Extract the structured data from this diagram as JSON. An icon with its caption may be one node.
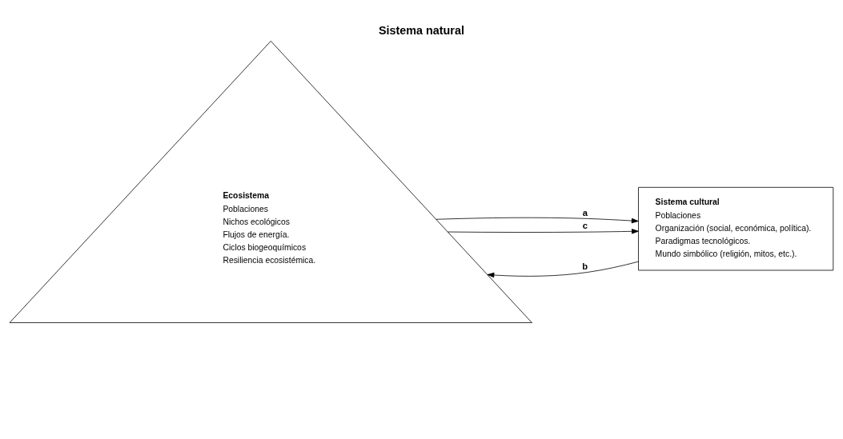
{
  "diagram": {
    "title": "Sistema natural",
    "nodes": [
      {
        "text": [
          "Ecosistema",
          "Poblaciones",
          "Nichos ecológicos",
          "Flujos de energía.",
          "Ciclos biogeoquímicos",
          "Resiliencia ecosistémica."
        ]
      },
      {
        "text": [
          "Sistema cultural",
          "Poblaciones",
          "Organización (social, económica, política).",
          "Paradigmas tecnológicos.",
          "Mundo simbólico (religión, mitos, etc.)."
        ]
      }
    ],
    "edges": [
      {
        "from": 0,
        "to": 1,
        "arrow": "to",
        "label": "a"
      },
      {
        "from": 1,
        "to": 0,
        "arrow": "to",
        "label": "b"
      },
      {
        "from": 0,
        "to": 1,
        "arrow": "to",
        "label": "c"
      }
    ]
  }
}
